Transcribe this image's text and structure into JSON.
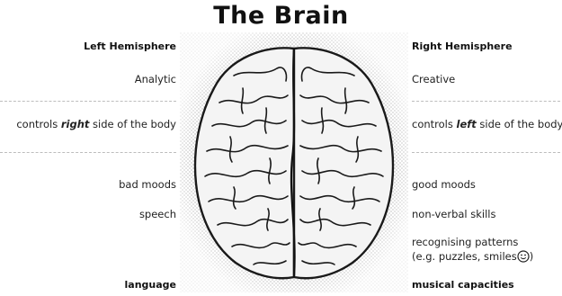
{
  "title": "The Brain",
  "left": {
    "header": "Left Hemisphere",
    "analytic": "Analytic",
    "controls_prefix": "controls ",
    "controls_emphasis": "right",
    "controls_suffix": " side of the body",
    "bad_moods": "bad moods",
    "speech": "speech",
    "language": "language"
  },
  "right": {
    "header": "Right Hemisphere",
    "creative": "Creative",
    "controls_prefix": "controls ",
    "controls_emphasis": "left",
    "controls_suffix": " side of the body",
    "good_moods": "good moods",
    "non_verbal": "non-verbal skills",
    "patterns_line1": "recognising patterns",
    "patterns_line2": "(e.g. puzzles, smiles",
    "patterns_close": ")",
    "musical": "musical capacities"
  },
  "icons": [
    "brain-illustration",
    "smiley-icon"
  ],
  "colors": {
    "ink": "#222222",
    "halftone": "#9a9a9a",
    "separator": "#bdbdbd"
  }
}
